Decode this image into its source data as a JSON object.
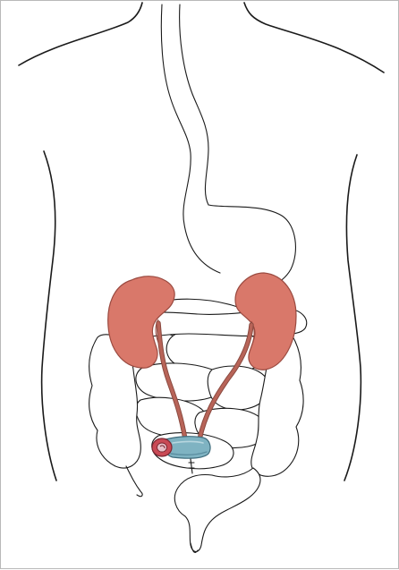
{
  "colors": {
    "background": "#ffffff",
    "frame": "#b9b9b9",
    "outline": "#1a1a1a",
    "kidney": "#d9786a",
    "kidney_shadow": "#b85a4e",
    "ureter": "#b86458",
    "stoma": "#c94a55",
    "stoma_inner": "#e8c0c8",
    "pouch": "#7fb3c2",
    "pouch_shadow": "#5b8ea0"
  },
  "icons": {
    "body": "torso-outline",
    "digestive": "intestine-outline",
    "urinary": "kidney-ureter-conduit"
  }
}
